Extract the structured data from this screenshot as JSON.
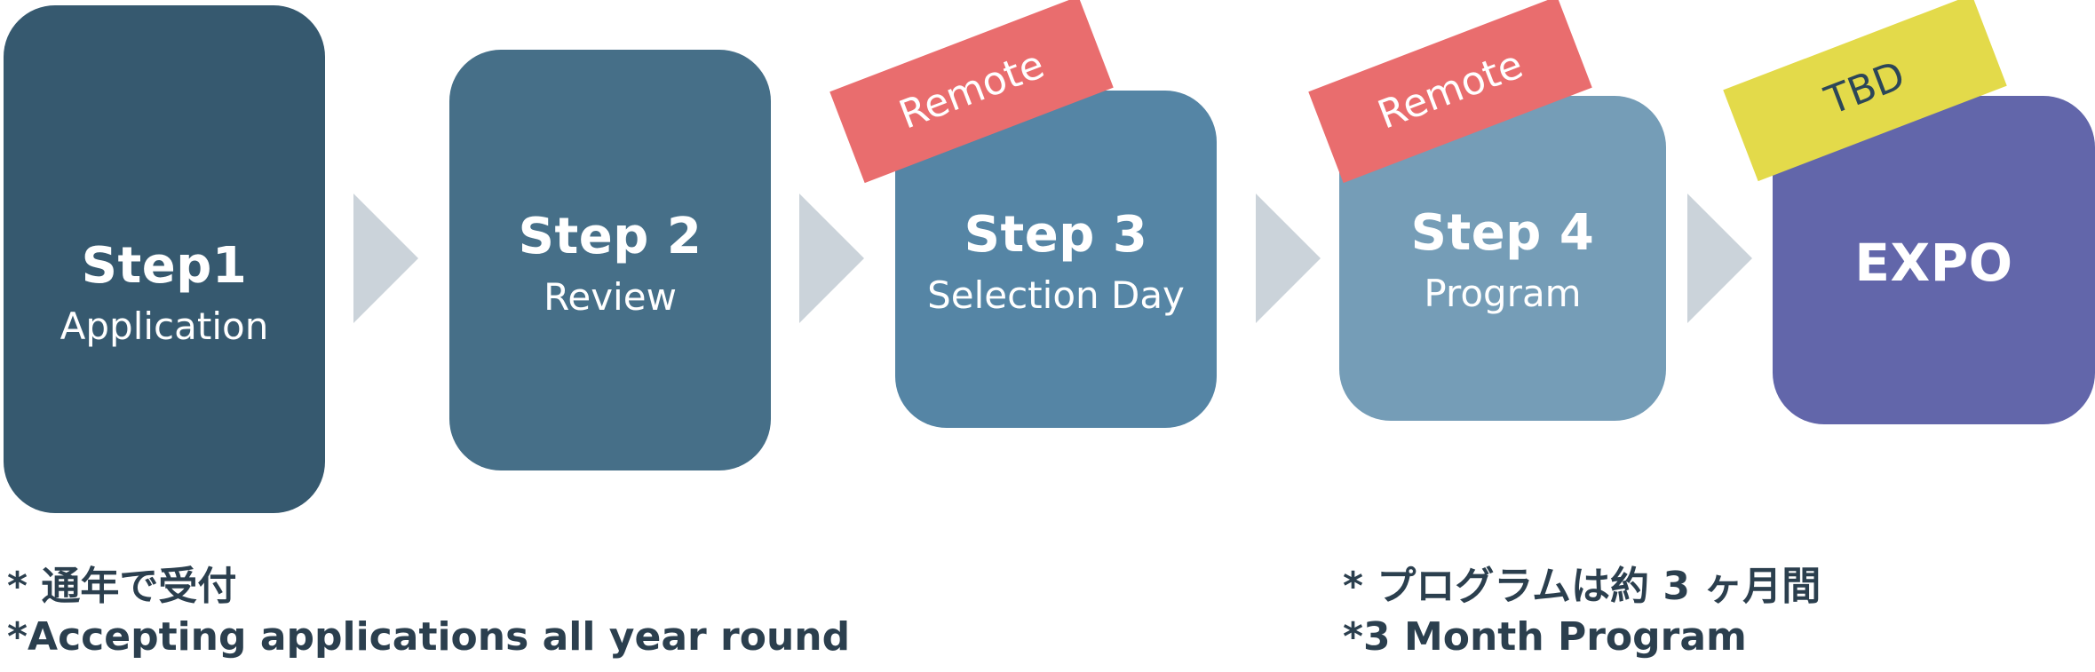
{
  "steps": [
    {
      "title": "Step1",
      "subtitle": "Application"
    },
    {
      "title": "Step 2",
      "subtitle": "Review"
    },
    {
      "title": "Step 3",
      "subtitle": "Selection Day"
    },
    {
      "title": "Step 4",
      "subtitle": "Program"
    },
    {
      "title": "EXPO"
    }
  ],
  "tags": {
    "step3": "Remote",
    "step4": "Remote",
    "expo": "TBD"
  },
  "notes": {
    "left": {
      "line1": "* 通年で受付",
      "line2": "*Accepting applications all year round"
    },
    "right": {
      "line1": "* プログラムは約 3 ヶ月間",
      "line2": "*3 Month Program"
    }
  },
  "colors": {
    "step1": "#36596f",
    "step2": "#466f88",
    "step3": "#5585a5",
    "step4": "#759db7",
    "expo": "#6266aa",
    "remote_tag": "#e96d6e",
    "tbd_tag": "#e3da4a",
    "arrow": "#cbd3da",
    "note_text": "#2b3f4e"
  },
  "icons": {
    "connector": "chevron-right-icon"
  }
}
